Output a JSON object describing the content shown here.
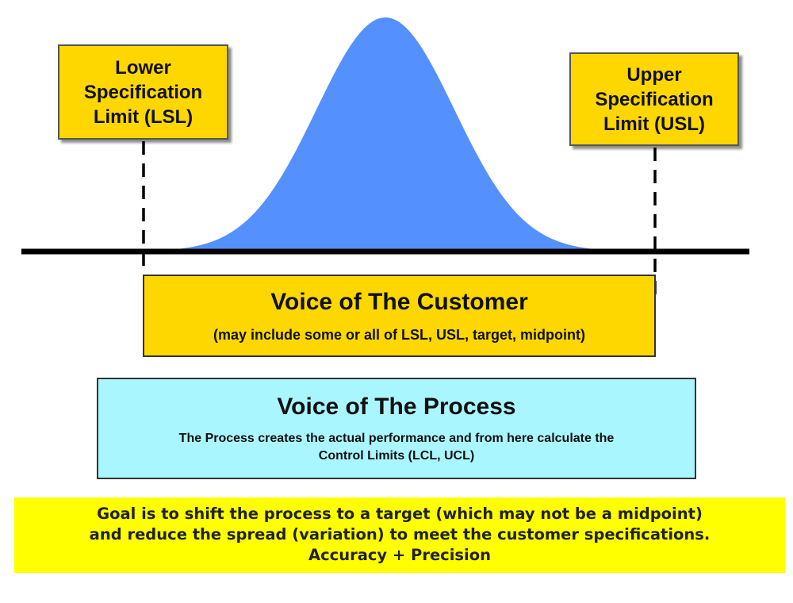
{
  "lsl_box": {
    "line1": "Lower",
    "line2": "Specification",
    "line3": "Limit (LSL)"
  },
  "usl_box": {
    "line1": "Upper",
    "line2": "Specification",
    "line3": "Limit (USL)"
  },
  "customer_box": {
    "title": "Voice of The Customer",
    "subtitle": "(may include some or all of LSL, USL, target, midpoint)"
  },
  "process_box": {
    "title": "Voice of The Process",
    "line1": "The Process creates the actual performance and from here calculate the",
    "line2": "Control Limits (LCL, UCL)"
  },
  "goal_box": {
    "line1": "Goal is to shift the process to a target (which may not be a midpoint)",
    "line2": "and reduce the spread (variation) to meet the customer specifications.",
    "line3": "Accuracy + Precision"
  },
  "colors": {
    "curve": "#5590FF",
    "spec_box": "#FFD700",
    "process_box": "#AAF6FF",
    "goal_box": "#FFFF00",
    "axis": "#000000"
  }
}
